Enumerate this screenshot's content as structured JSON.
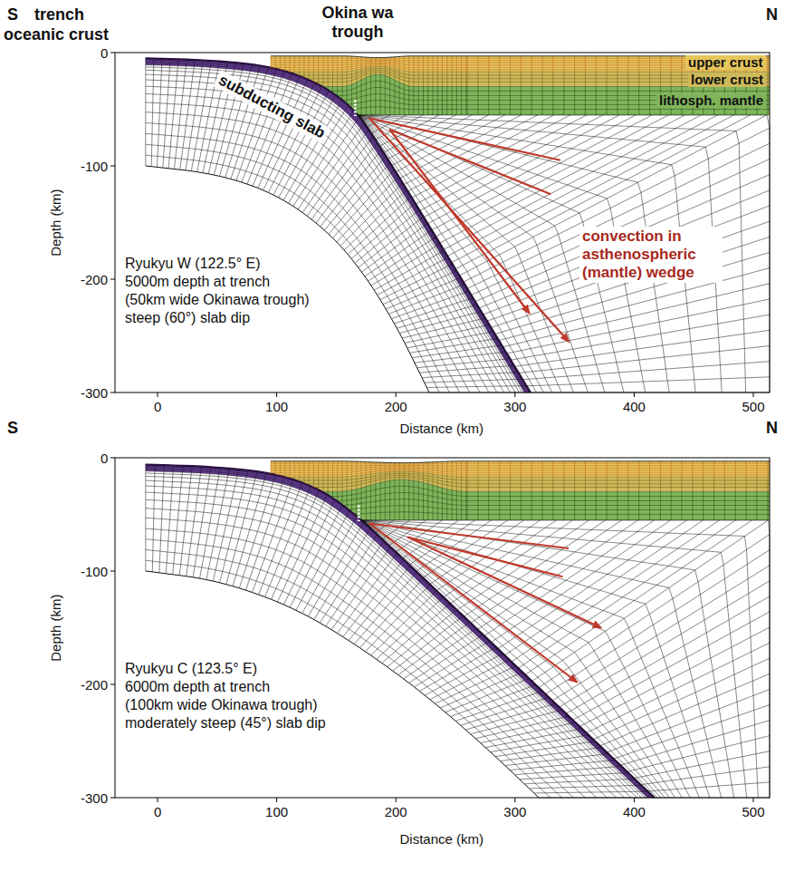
{
  "diagram": {
    "labels": [
      "S",
      "trench",
      "Okina wa trough",
      "N",
      "upper crust",
      "lower crust",
      "lithosph. mantle",
      "oceanic crust",
      "subducting slab",
      "convection in asthenospheric (mantle) wedge",
      "0",
      "-100",
      "-200",
      "-300",
      "Depth (km)",
      "Ryukyu W (122.5° E)",
      "5000m depth at trench",
      "(50km wide Okinawa trough)",
      "steep (60°) slab dip",
      "0",
      "100",
      "200",
      "300",
      "400",
      "500",
      "S",
      "Distance (km)",
      "N",
      "0",
      "-100",
      "-200",
      "-300",
      "Depth (km)",
      "Ryukyu C (123.5° E)",
      "6000m depth at trench",
      "(100km wide Okinawa trough)",
      "moderately steep (45°) slab dip",
      "0",
      "100",
      "200",
      "300",
      "400",
      "500",
      "Distance (km)"
    ]
  }
}
